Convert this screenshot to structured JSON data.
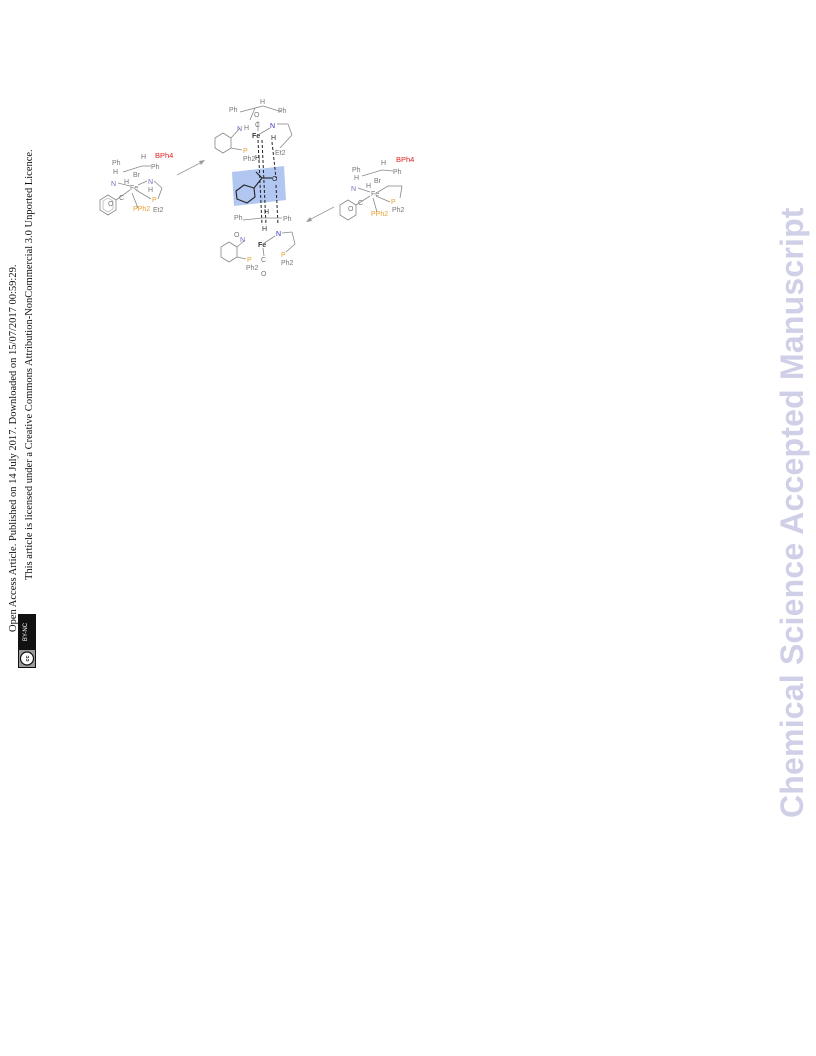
{
  "sidebar": {
    "line1": "Open Access Article. Published on 14 July 2017. Downloaded on 15/07/2017 00:59:29.",
    "line2": "This article is licensed under a Creative Commons Attribution-NonCommercial 3.0 Unported Licence.",
    "license_badge": "BY-NC",
    "cc_symbol": "cc"
  },
  "watermark": "Chemical Science Accepted Manuscript",
  "figure": {
    "left": {
      "ph_a": "Ph",
      "ph_b": "Ph",
      "h_top": "H",
      "bph4": "BPh4",
      "br": "Br",
      "fe": "Fe",
      "n_left": "N",
      "n_right": "N",
      "h1": "H",
      "h2": "H",
      "h3": "H",
      "c": "C",
      "o": "O",
      "p1": "P",
      "pph2": "PPh2",
      "et2": "Et2"
    },
    "top": {
      "h_top": "H",
      "ph_l": "Ph",
      "ph_r": "Ph",
      "o": "O",
      "c": "C",
      "n_blue": "N",
      "n_l": "N",
      "h1": "H",
      "fe": "Fe",
      "h2": "H",
      "p": "P",
      "ph2": "Ph2",
      "h3": "H",
      "et2": "Et2"
    },
    "substrate": {
      "o": "O"
    },
    "bottom": {
      "ph_l": "Ph",
      "ph_r": "Ph",
      "h1": "H",
      "h2": "H",
      "n_l": "N",
      "n_r": "N",
      "o1": "O",
      "fe": "Fe",
      "c": "C",
      "p1": "P",
      "p2": "P",
      "ph2a": "Ph2",
      "ph2b": "Ph2",
      "o2": "O"
    },
    "right": {
      "h": "H",
      "bph4": "BPh4",
      "ph_l": "Ph",
      "ph_r": "Ph",
      "br": "Br",
      "n": "N",
      "fe": "Fe",
      "h1": "H",
      "h2": "H",
      "c": "C",
      "o": "O",
      "p1": "P",
      "p2": "P",
      "pph2": "PPh2",
      "ph2": "Ph2"
    }
  },
  "colors": {
    "watermark": "#cfd0e8",
    "phosphorus": "#e8a030",
    "nitrogen": "#3030c0",
    "counterion": "#e02020",
    "highlight": "#a8c0ee"
  }
}
